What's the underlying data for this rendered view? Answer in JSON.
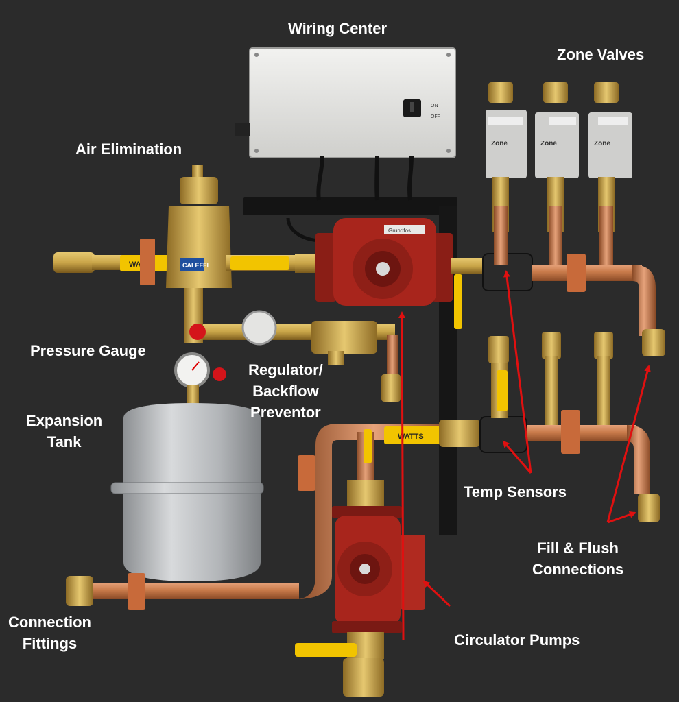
{
  "labels": {
    "wiring_center": "Wiring Center",
    "zone_valves": "Zone Valves",
    "air_elimination": "Air Elimination",
    "pressure_gauge": "Pressure Gauge",
    "regulator": [
      "Regulator/",
      "Backflow",
      "Preventor"
    ],
    "expansion_tank": [
      "Expansion",
      "Tank"
    ],
    "temp_sensors": "Temp Sensors",
    "fill_flush": [
      "Fill & Flush",
      "Connections"
    ],
    "connection_fittings": [
      "Connection",
      "Fittings"
    ],
    "circulator_pumps": "Circulator Pumps"
  },
  "device_text": {
    "valve_brand": "WATTS",
    "air_sep_brand": "CALEFFI",
    "zone_valve_brand": "Zone",
    "pump_tag": "Grundfos"
  },
  "colors": {
    "background": "#2b2b2b",
    "label_text": "#ffffff",
    "arrow": "#e01010",
    "copper": "#c87a4a",
    "brass": "#c9a548",
    "pump_red": "#a8251c",
    "valve_handle": "#f2c400",
    "tank_silver": "#b9bcbf",
    "wiring_box": "#e6e6e4"
  }
}
